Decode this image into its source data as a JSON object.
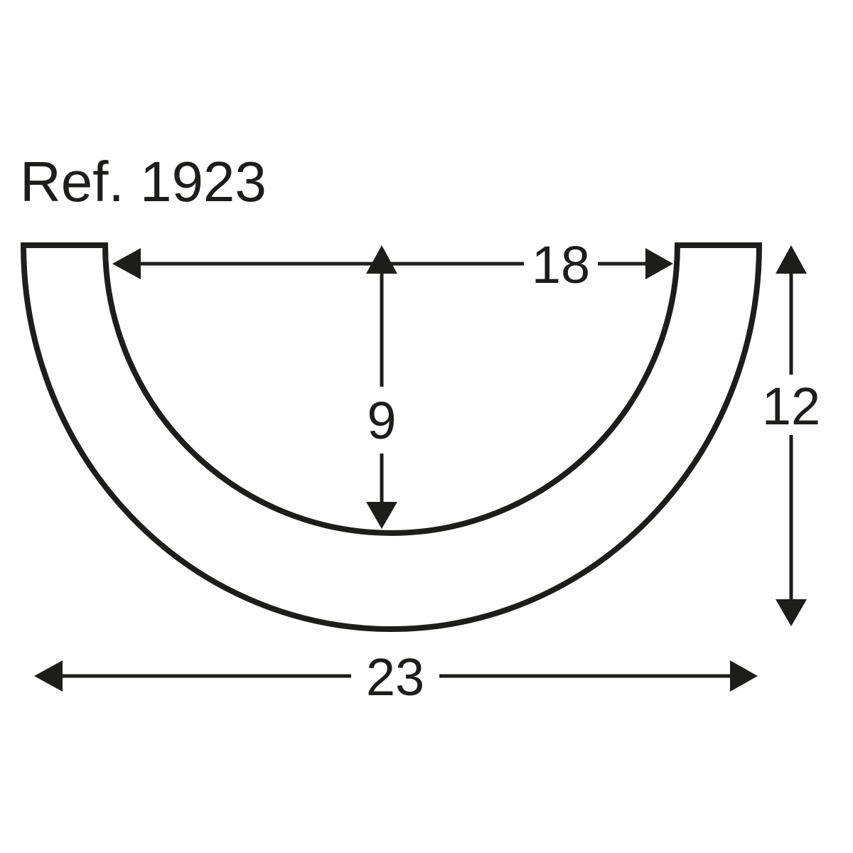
{
  "title": "Ref. 1923",
  "colors": {
    "line": "#1d1d1b",
    "background": "#ffffff"
  },
  "profile": {
    "shape": "half-round-channel-cross-section",
    "dims": {
      "inner_width": "18",
      "inner_depth": "9",
      "outer_height": "12",
      "outer_width": "23"
    }
  }
}
